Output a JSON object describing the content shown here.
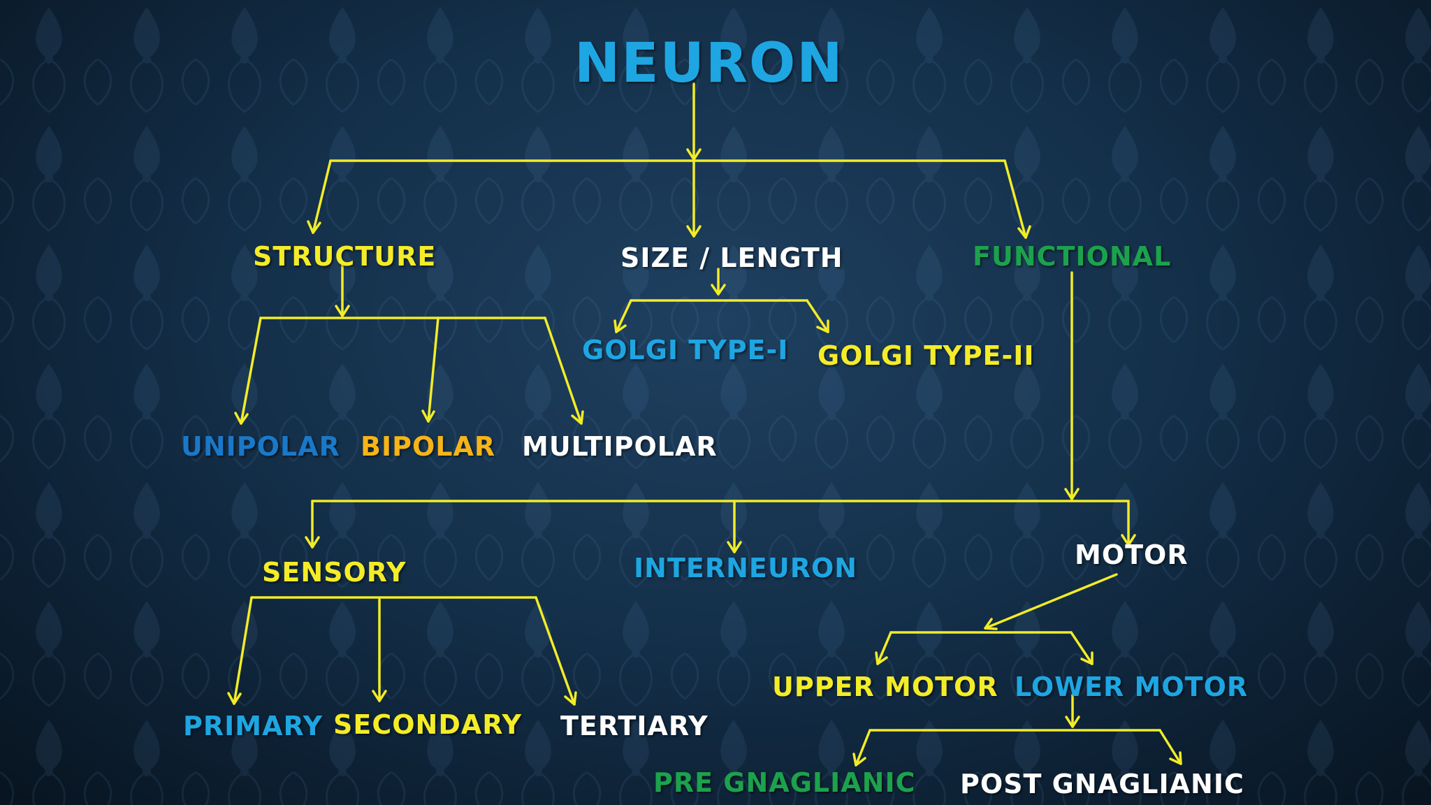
{
  "colors": {
    "background": "#14304a",
    "arrow": "#f2ec28",
    "yellow": "#f4ec28",
    "cyan": "#1ea6e2",
    "blue": "#1a78c8",
    "orange": "#f5b418",
    "green": "#1ca24c",
    "white": "#ffffff"
  },
  "diagram": {
    "title": "NEURON",
    "categories": {
      "structure": "STRUCTURE",
      "size": "SIZE / LENGTH",
      "functional": "FUNCTIONAL"
    },
    "structure_types": {
      "unipolar": "UNIPOLAR",
      "bipolar": "BIPOLAR",
      "multipolar": "MULTIPOLAR"
    },
    "size_types": {
      "golgi_1": "GOLGI TYPE-I",
      "golgi_2": "GOLGI TYPE-II"
    },
    "functional_types": {
      "sensory": "SENSORY",
      "interneuron": "INTERNEURON",
      "motor": "MOTOR"
    },
    "sensory_types": {
      "primary": "PRIMARY",
      "secondary": "SECONDARY",
      "tertiary": "TERTIARY"
    },
    "motor_types": {
      "upper": "UPPER MOTOR",
      "lower": "LOWER MOTOR"
    },
    "lower_motor_types": {
      "pre": "PRE GNAGLIANIC",
      "post": "POST GNAGLIANIC"
    }
  }
}
